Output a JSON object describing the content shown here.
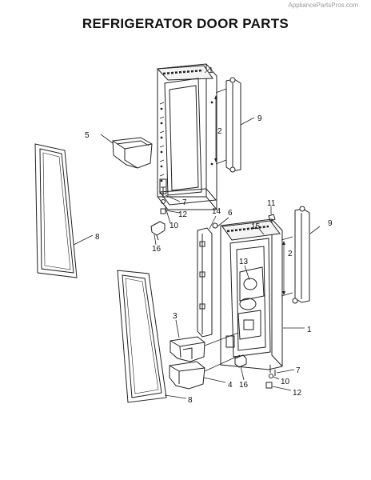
{
  "header": {
    "watermark": "AppliancePartsPros.com",
    "title": "REFRIGERATOR DOOR PARTS"
  },
  "callouts": [
    "1",
    "9",
    "2",
    "5",
    "8",
    "7",
    "12",
    "10",
    "16",
    "14",
    "6",
    "11",
    "15",
    "9",
    "13",
    "2",
    "3",
    "1",
    "7",
    "4",
    "16",
    "10",
    "12",
    "8"
  ]
}
